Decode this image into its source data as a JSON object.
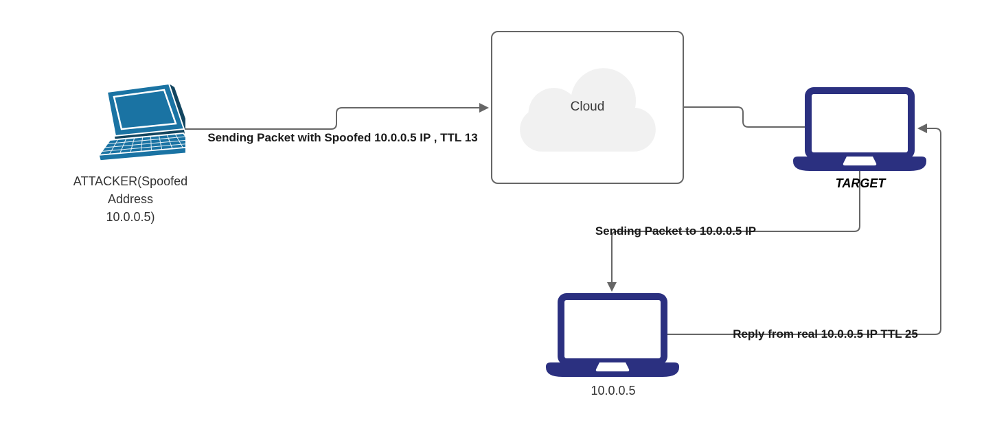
{
  "nodes": {
    "attacker": {
      "label_lines": [
        "ATTACKER(Spoofed",
        "Address",
        "10.0.0.5)"
      ]
    },
    "cloud": {
      "label": "Cloud"
    },
    "target": {
      "label": "TARGET"
    },
    "real_host": {
      "label": "10.0.0.5"
    }
  },
  "edges": {
    "attacker_to_cloud": {
      "label": "Sending Packet with Spoofed 10.0.0.5 IP , TTL 13"
    },
    "cloud_to_target": {
      "label": ""
    },
    "target_to_real_host": {
      "label": "Sending Packet to 10.0.0.5 IP"
    },
    "real_host_to_target": {
      "label": "Reply from real 10.0.0.5 IP TTL 25"
    }
  },
  "colors": {
    "connector": "#666666",
    "box_border": "#666666",
    "cloud_fill": "#f1f1f1",
    "attacker_laptop": "#1a73a3",
    "attacker_laptop_dark": "#12455f",
    "laptop_navy": "#2b3080",
    "edge_text": "#1a1a1a",
    "node_text": "#333333"
  }
}
